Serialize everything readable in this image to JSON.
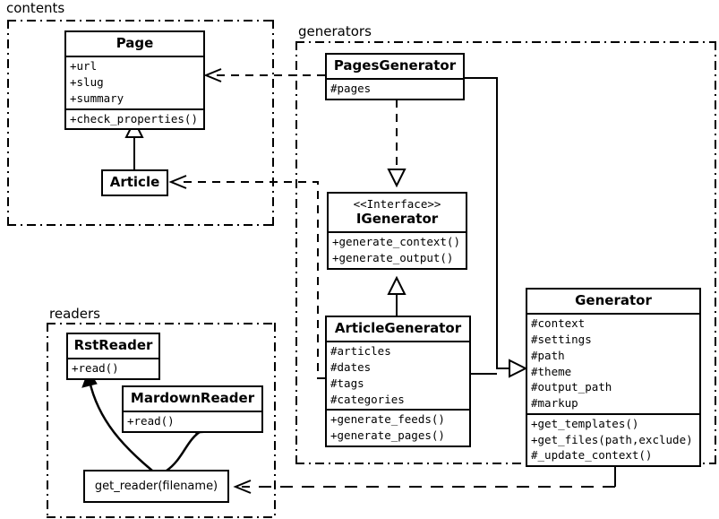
{
  "diagram": {
    "type": "uml-class-diagram",
    "packages": [
      {
        "id": "contents",
        "label": "contents"
      },
      {
        "id": "generators",
        "label": "generators"
      },
      {
        "id": "readers",
        "label": "readers"
      }
    ]
  },
  "classes": {
    "page": {
      "name": "Page",
      "attributes": [
        "+url",
        "+slug",
        "+summary"
      ],
      "methods": [
        "+check_properties()"
      ]
    },
    "article": {
      "name": "Article",
      "attributes": [],
      "methods": []
    },
    "pages_generator": {
      "name": "PagesGenerator",
      "attributes": [
        "#pages"
      ],
      "methods": []
    },
    "igenerator": {
      "stereotype": "<<Interface>>",
      "name": "IGenerator",
      "attributes": [],
      "methods": [
        "+generate_context()",
        "+generate_output()"
      ]
    },
    "article_generator": {
      "name": "ArticleGenerator",
      "attributes": [
        "#articles",
        "#dates",
        "#tags",
        "#categories"
      ],
      "methods": [
        "+generate_feeds()",
        "+generate_pages()"
      ]
    },
    "generator": {
      "name": "Generator",
      "attributes": [
        "#context",
        "#settings",
        "#path",
        "#theme",
        "#output_path",
        "#markup"
      ],
      "methods": [
        "+get_templates()",
        "+get_files(path,exclude)",
        "#_update_context()"
      ]
    },
    "rst_reader": {
      "name": "RstReader",
      "attributes": [],
      "methods": [
        "+read()"
      ]
    },
    "mardown_reader": {
      "name": "MardownReader",
      "attributes": [],
      "methods": [
        "+read()"
      ]
    },
    "get_reader": {
      "name": "get_reader(filename)"
    }
  },
  "relations": [
    {
      "from": "pages_generator",
      "to": "page",
      "kind": "dependency"
    },
    {
      "from": "article_generator",
      "to": "article",
      "kind": "dependency"
    },
    {
      "from": "pages_generator",
      "to": "igenerator",
      "kind": "realization"
    },
    {
      "from": "article_generator",
      "to": "igenerator",
      "kind": "generalization"
    },
    {
      "from": "article",
      "to": "page",
      "kind": "generalization"
    },
    {
      "from": "pages_generator",
      "to": "generator",
      "kind": "generalization"
    },
    {
      "from": "article_generator",
      "to": "generator",
      "kind": "generalization"
    },
    {
      "from": "generator",
      "to": "get_reader",
      "kind": "dependency"
    },
    {
      "from": "get_reader",
      "to": "rst_reader",
      "kind": "creates"
    },
    {
      "from": "get_reader",
      "to": "mardown_reader",
      "kind": "creates"
    }
  ],
  "colors": {
    "line": "#000000",
    "background": "#ffffff"
  }
}
